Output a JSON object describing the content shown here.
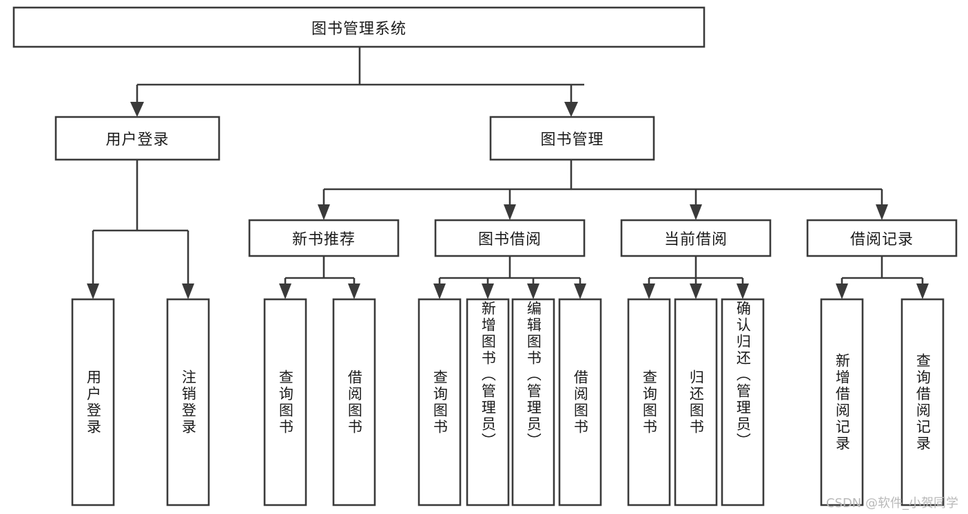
{
  "diagram": {
    "title": "图书管理系统",
    "watermark": "CSDN @软件_小贺同学",
    "colors": {
      "stroke": "#3a3a3a",
      "fill": "#ffffff",
      "text": "#1b1b1b",
      "watermark": "#b9b9b9",
      "background": "#ffffff"
    },
    "root": {
      "label": "图书管理系统"
    },
    "level1": [
      {
        "label": "用户登录"
      },
      {
        "label": "图书管理"
      }
    ],
    "level2": [
      {
        "label": "新书推荐"
      },
      {
        "label": "图书借阅"
      },
      {
        "label": "当前借阅"
      },
      {
        "label": "借阅记录"
      }
    ],
    "leaves": {
      "user_login": [
        {
          "label": "用户登录"
        },
        {
          "label": "注销登录"
        }
      ],
      "new_book_recommend": [
        {
          "label": "查询图书"
        },
        {
          "label": "借阅图书"
        }
      ],
      "book_borrow": [
        {
          "label": "查询图书"
        },
        {
          "label": "新增图书（管理员）"
        },
        {
          "label": "编辑图书（管理员）"
        },
        {
          "label": "借阅图书"
        }
      ],
      "current_borrow": [
        {
          "label": "查询图书"
        },
        {
          "label": "归还图书"
        },
        {
          "label": "确认归还（管理员）"
        }
      ],
      "borrow_record": [
        {
          "label": "新增借阅记录"
        },
        {
          "label": "查询借阅记录"
        }
      ]
    }
  }
}
